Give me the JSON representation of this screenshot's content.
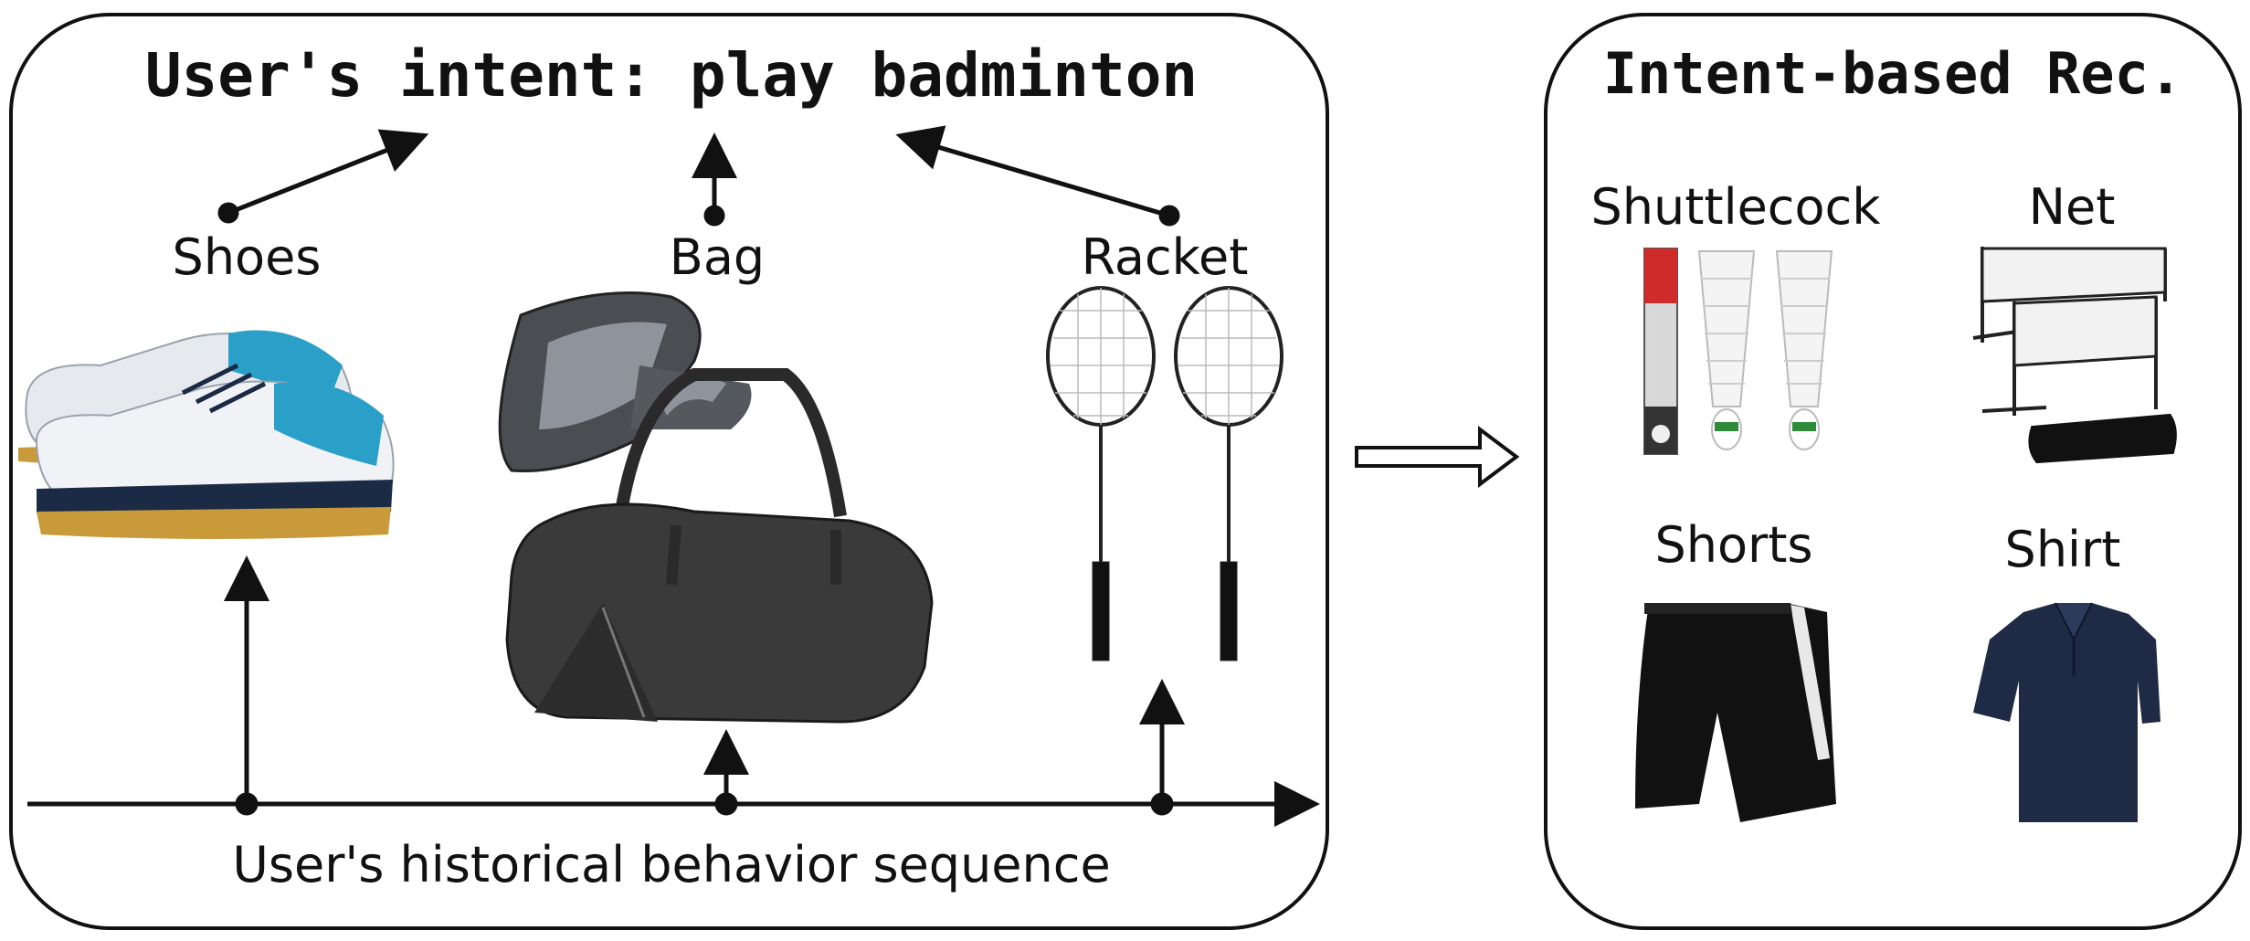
{
  "left": {
    "title": "User's intent: play badminton",
    "items": [
      "Shoes",
      "Bag",
      "Racket"
    ],
    "axis_label": "User's historical behavior sequence"
  },
  "right": {
    "title": "Intent-based Rec.",
    "items": [
      "Shuttlecock",
      "Net",
      "Shorts",
      "Shirt"
    ]
  },
  "colors": {
    "stroke": "#111111",
    "shoe_blue": "#2aa0c8",
    "shoe_navy": "#1c2b45",
    "bag_dark": "#3a3a3a",
    "shirt_navy": "#1f2a44"
  },
  "icons": [
    "shoes-image",
    "bag-image",
    "racket-image",
    "shuttlecock-image",
    "net-image",
    "shorts-image",
    "shirt-image",
    "hollow-arrow-icon"
  ]
}
